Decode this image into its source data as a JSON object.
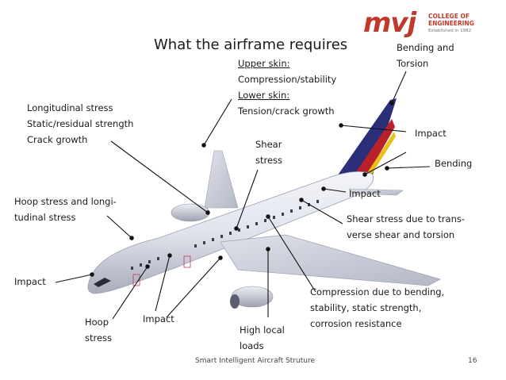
{
  "title": "What the airframe requires",
  "logo": {
    "mark": "mvj",
    "line1": "COLLEGE OF",
    "line2": "ENGINEERING",
    "line3": "Established in 1982"
  },
  "labels": {
    "upper_skin": "Upper skin:",
    "upper_skin_detail": "Compression/stability",
    "lower_skin": "Lower skin:",
    "lower_skin_detail": "Tension/crack growth",
    "bending_torsion_1": "Bending and",
    "bending_torsion_2": "Torsion",
    "longitudinal_1": "Longitudinal stress",
    "longitudinal_2": "Static/residual strength",
    "longitudinal_3": "Crack growth",
    "shear_1": "Shear",
    "shear_2": "stress",
    "impact_tail": "Impact",
    "bending_tail": "Bending",
    "impact_mid": "Impact",
    "hoop_long_1": "Hoop stress and longi-",
    "hoop_long_2": "tudinal stress",
    "shear_trans_1": "Shear stress due to trans-",
    "shear_trans_2": "verse shear and torsion",
    "impact_nose": "Impact",
    "compression_1": "Compression due to bending,",
    "compression_2": "stability, static strength,",
    "compression_3": "corrosion resistance",
    "hoop_1": "Hoop",
    "hoop_2": "stress",
    "impact_low": "Impact",
    "high_local_1": "High local",
    "high_local_2": "loads"
  },
  "footer": {
    "text": "Smart Intelligent Aircraft Struture",
    "page": "16"
  },
  "colors": {
    "logo_red": "#c0392b",
    "tail_blue": "#2b2f7a",
    "tail_red": "#b8202a",
    "tail_yellow": "#e8c21a",
    "fuselage": "#e4e6ee"
  }
}
